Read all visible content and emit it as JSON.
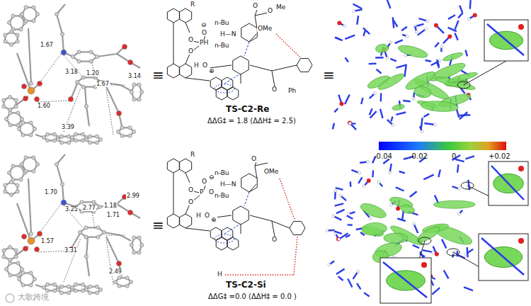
{
  "diagram": {
    "labels": [
      "1.67",
      "3.18",
      "1.20",
      "1.67",
      "3.14",
      "1.60",
      "3.39",
      "≡",
      "R",
      "⊖",
      "O",
      "O",
      "PH",
      "O",
      "H",
      "O",
      "⊕",
      "n-Bu",
      "H—N",
      "n-Bu",
      "O",
      "O",
      "Me",
      "OMe",
      "O",
      "Ph",
      "TS-C2-Re",
      "ΔΔG‡ = 1.8 (ΔΔH‡ = 2.5)",
      "≡",
      "-0.04",
      "-0.02",
      "0",
      "+0.02",
      "1.70",
      "3.25",
      "2.77",
      "1.18",
      "1.71",
      "2.99",
      "1.57",
      "3.31",
      "2.49",
      "≡",
      "R",
      "⊖",
      "O",
      "O",
      "P",
      "O",
      "O",
      "H",
      "O",
      "⊕",
      "n-Bu",
      "H—N",
      "n-Bu",
      "O",
      "OMe",
      "O",
      "H",
      "TS-C2-Si",
      "ΔΔG‡ =0.0 (ΔΔH‡ = 0.0 )",
      "大歌跨境"
    ]
  }
}
